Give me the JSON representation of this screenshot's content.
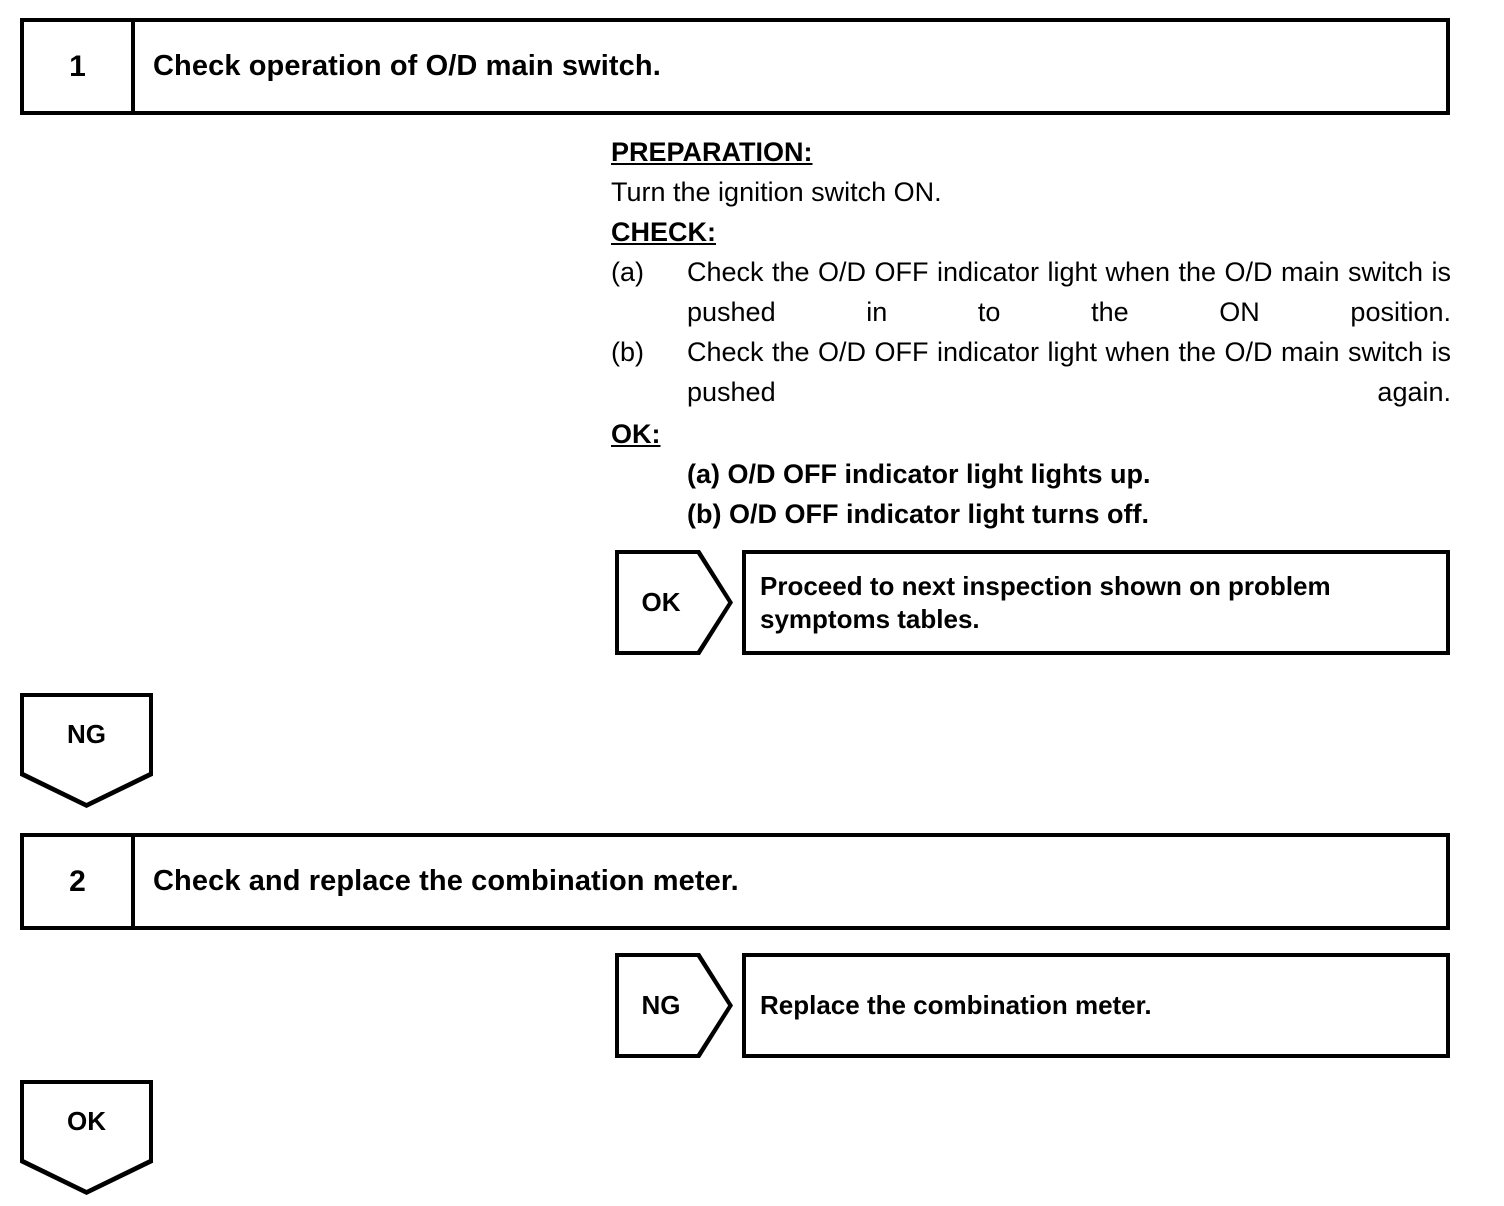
{
  "steps": [
    {
      "number": "1",
      "title": "Check operation of O/D main switch."
    },
    {
      "number": "2",
      "title": "Check and replace the combination meter."
    }
  ],
  "body": {
    "preparation_heading": "PREPARATION:",
    "preparation_text": "Turn the ignition switch ON.",
    "check_heading": "CHECK:",
    "check_items": [
      {
        "marker": "(a)",
        "text": "Check the O/D OFF indicator light when the O/D main switch is pushed in to the ON position."
      },
      {
        "marker": "(b)",
        "text": "Check the O/D OFF indicator light when the O/D main switch is pushed again."
      }
    ],
    "ok_heading": "OK:",
    "ok_items": [
      "(a) O/D OFF indicator light lights up.",
      "(b) O/D OFF indicator light turns off."
    ]
  },
  "branches": {
    "step1_ok": {
      "tag": "OK",
      "result": "Proceed to next inspection shown on problem symptoms tables."
    },
    "step1_ng": {
      "tag": "NG"
    },
    "step2_ng": {
      "tag": "NG",
      "result": "Replace the combination meter."
    },
    "step2_ok": {
      "tag": "OK"
    }
  },
  "colors": {
    "line": "#000000",
    "background": "#ffffff"
  }
}
